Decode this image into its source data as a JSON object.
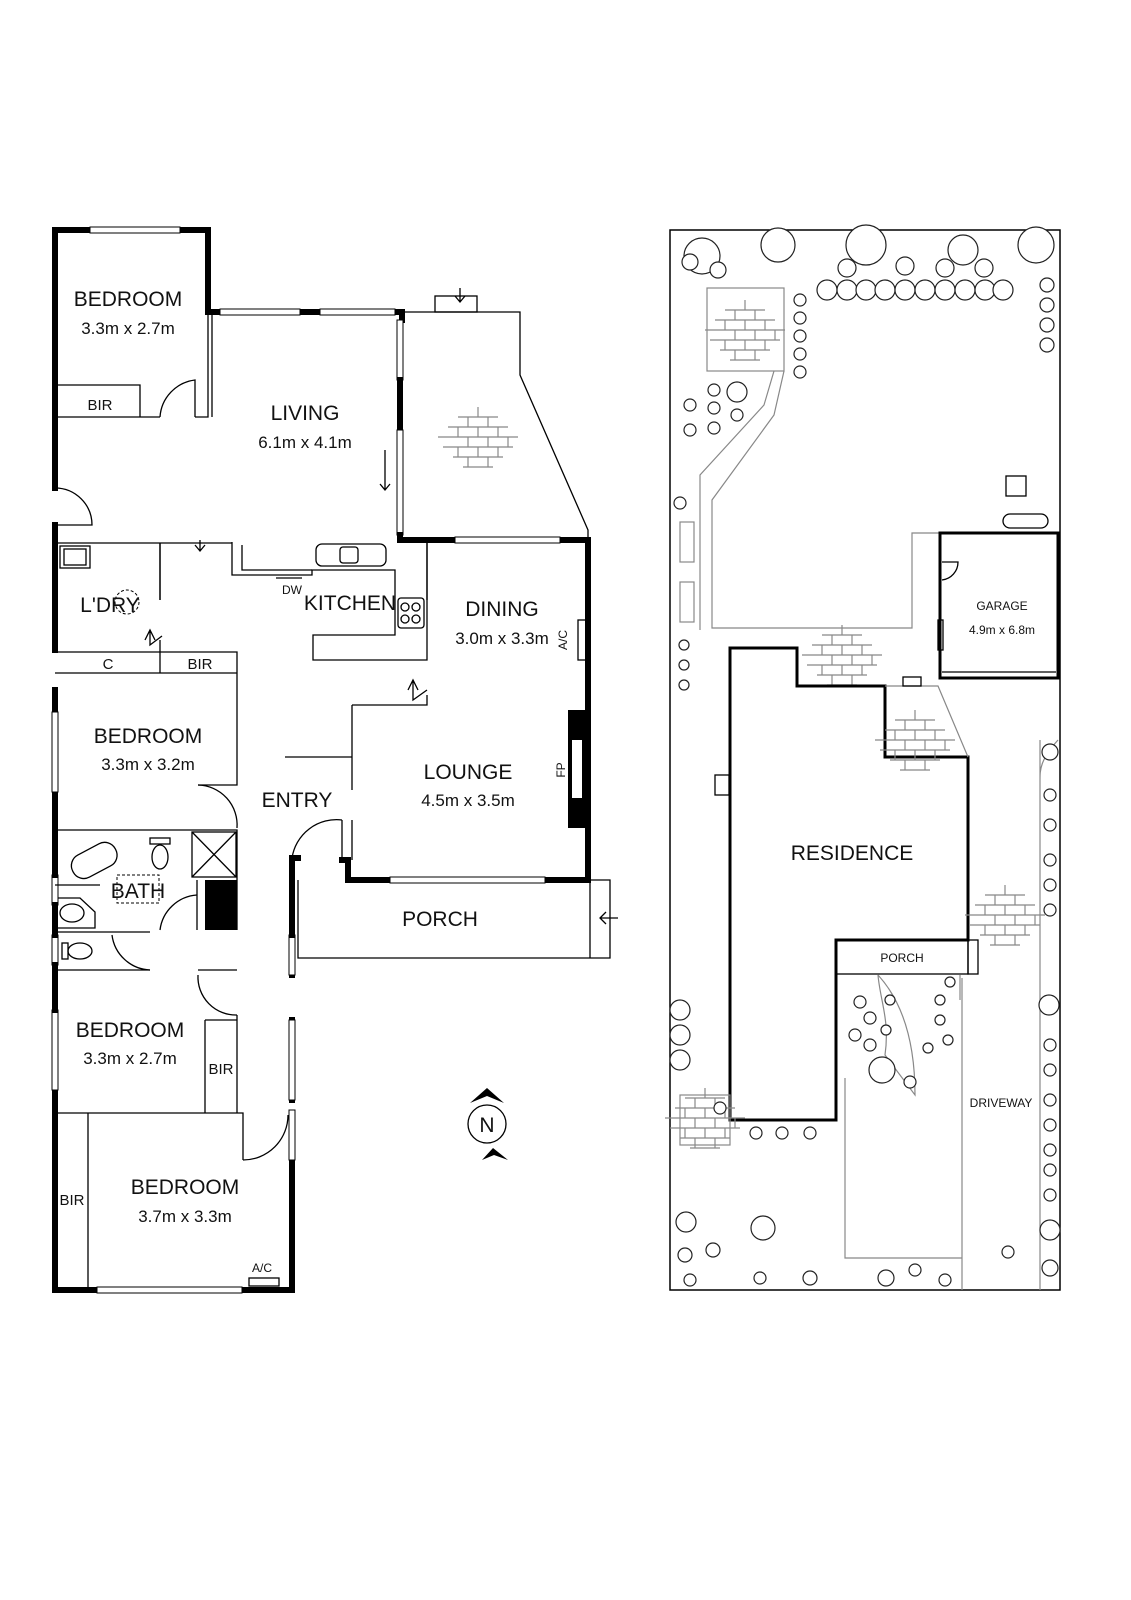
{
  "floor_plan": {
    "rooms": [
      {
        "name": "BEDROOM",
        "size": "3.3m x 2.7m"
      },
      {
        "name": "LIVING",
        "size": "6.1m x 4.1m"
      },
      {
        "name": "DINING",
        "size": "3.0m x 3.3m"
      },
      {
        "name": "LOUNGE",
        "size": "4.5m x 3.5m"
      },
      {
        "name": "BEDROOM",
        "size": "3.3m x 3.2m"
      },
      {
        "name": "BEDROOM",
        "size": "3.3m x 2.7m"
      },
      {
        "name": "BEDROOM",
        "size": "3.7m x 3.3m"
      }
    ],
    "labels": {
      "kitchen": "KITCHEN",
      "laundry": "L'DRY",
      "entry": "ENTRY",
      "bath": "BATH",
      "porch": "PORCH",
      "bir": "BIR",
      "cupboard": "C",
      "dishwasher": "DW",
      "ac": "A/C",
      "fireplace": "FP"
    },
    "north": "N"
  },
  "site_plan": {
    "residence": "RESIDENCE",
    "garage": {
      "name": "GARAGE",
      "size": "4.9m x 6.8m"
    },
    "porch": "PORCH",
    "driveway": "DRIVEWAY"
  }
}
